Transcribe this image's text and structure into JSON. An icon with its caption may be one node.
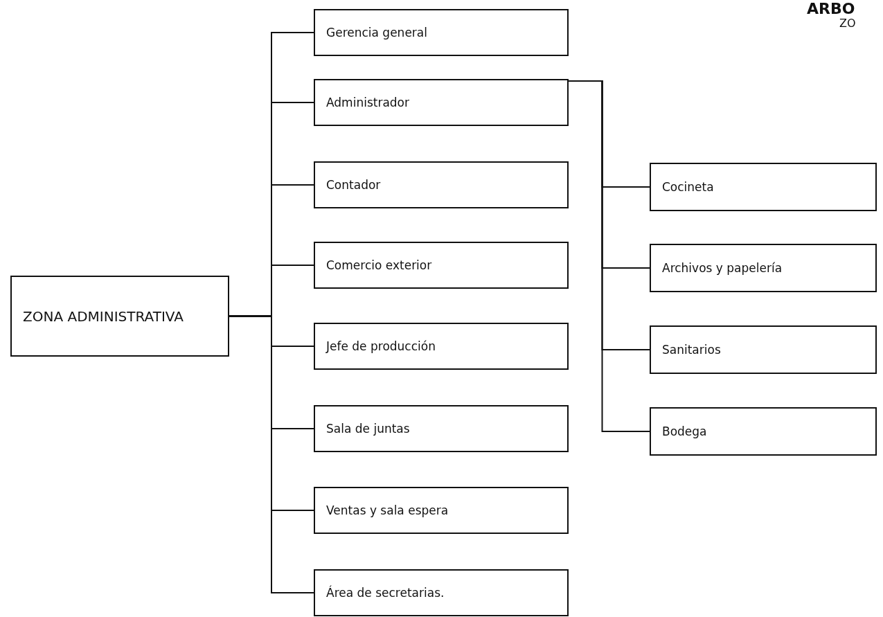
{
  "diagram": {
    "nodes": [
      {
        "text": [
          "ZONA ADMINISTRATIVA"
        ]
      },
      {
        "text": [
          "Gerencia general"
        ]
      },
      {
        "text": [
          "Administrador"
        ]
      },
      {
        "text": [
          "Contador"
        ]
      },
      {
        "text": [
          "Comercio exterior"
        ]
      },
      {
        "text": [
          "Jefe de producción"
        ]
      },
      {
        "text": [
          "Sala de juntas"
        ]
      },
      {
        "text": [
          "Ventas y sala espera"
        ]
      },
      {
        "text": [
          "Área de secretarias."
        ]
      },
      {
        "text": [
          "Cocineta"
        ]
      },
      {
        "text": [
          "Archivos y papelería"
        ]
      },
      {
        "text": [
          "Sanitarios"
        ]
      },
      {
        "text": [
          "Bodega"
        ]
      }
    ],
    "edges": [
      {
        "from": 0,
        "to": 1,
        "arrow": "none"
      },
      {
        "from": 0,
        "to": 2,
        "arrow": "none"
      },
      {
        "from": 0,
        "to": 3,
        "arrow": "none"
      },
      {
        "from": 0,
        "to": 4,
        "arrow": "none"
      },
      {
        "from": 0,
        "to": 5,
        "arrow": "none"
      },
      {
        "from": 0,
        "to": 6,
        "arrow": "none"
      },
      {
        "from": 0,
        "to": 7,
        "arrow": "none"
      },
      {
        "from": 0,
        "to": 8,
        "arrow": "none"
      },
      {
        "from": 2,
        "to": 9,
        "arrow": "none"
      },
      {
        "from": 2,
        "to": 10,
        "arrow": "none"
      },
      {
        "from": 2,
        "to": 11,
        "arrow": "none"
      },
      {
        "from": 2,
        "to": 12,
        "arrow": "none"
      }
    ],
    "labels": [
      "ARBO",
      "ZO"
    ]
  }
}
